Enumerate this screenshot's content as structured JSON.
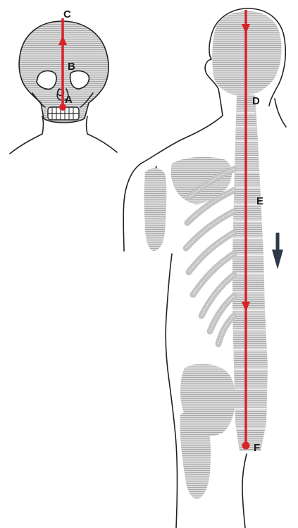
{
  "labels": {
    "a": "A",
    "b": "B",
    "c": "C",
    "d": "D",
    "e": "E",
    "f": "F"
  },
  "colors": {
    "line": "#d9232a",
    "bone": "#c9c9c9",
    "outline": "#222222",
    "direction_arrow": "#2e3a47"
  }
}
